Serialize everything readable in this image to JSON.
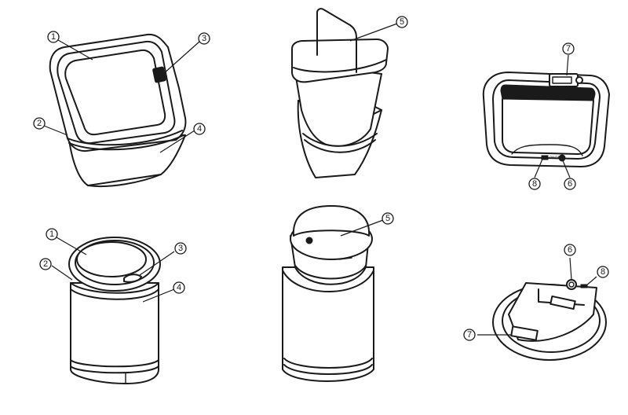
{
  "callouts": {
    "c1": "1",
    "c2": "2",
    "c3": "3",
    "c4": "4",
    "c5": "5",
    "c6": "6",
    "c7": "7",
    "c8": "8"
  },
  "base_marking": "ON/OFF"
}
